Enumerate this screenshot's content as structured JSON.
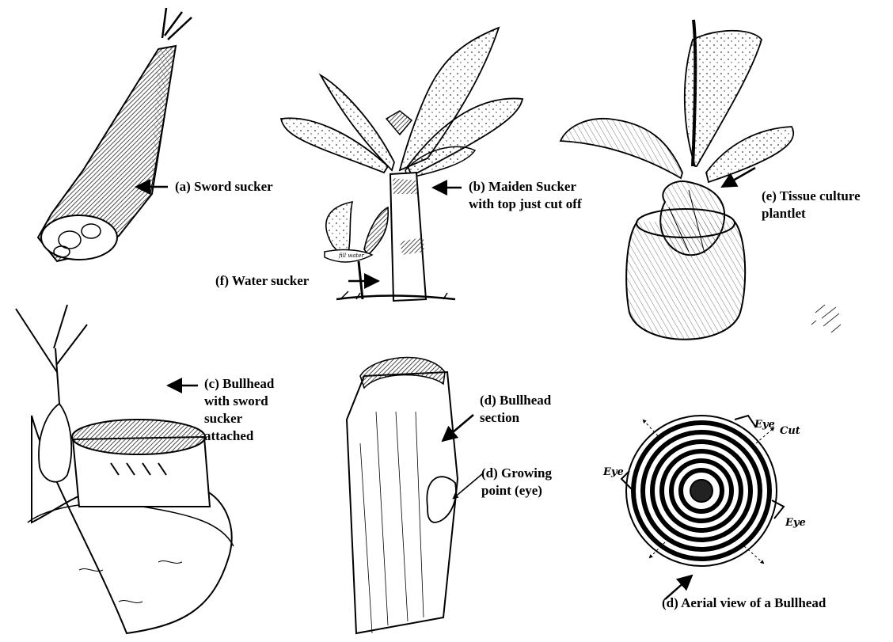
{
  "labels": {
    "a": "(a) Sword sucker",
    "b1": "(b) Maiden Sucker",
    "b2": "with top just cut off",
    "f": "(f) Water sucker",
    "e1": "(e) Tissue culture",
    "e2": "plantlet",
    "c1": "(c) Bullhead",
    "c2": "with sword",
    "c3": "sucker",
    "c4": "attached",
    "d1a": "(d) Bullhead",
    "d1b": "section",
    "d2a": "(d) Growing",
    "d2b": "point (eye)",
    "d3": "(d) Aerial view of a Bullhead"
  },
  "annotations": {
    "eye": "Eye",
    "cut": "Cut",
    "water_tag": "fill water"
  }
}
